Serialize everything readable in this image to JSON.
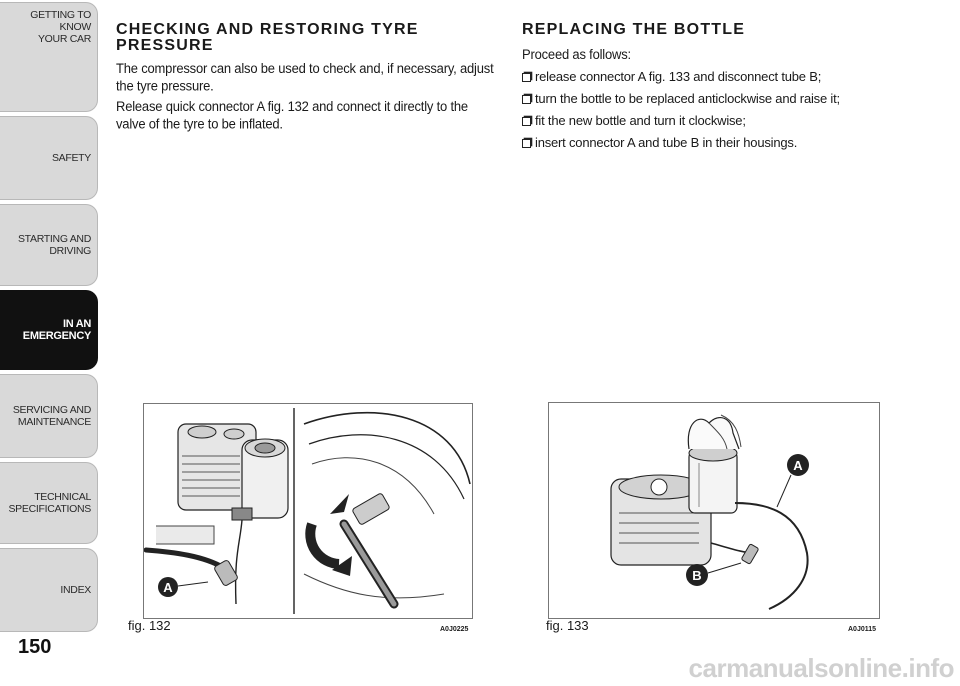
{
  "sidebar": {
    "tabs": [
      {
        "label": "GETTING TO KNOW\nYOUR CAR",
        "active": false
      },
      {
        "label": "SAFETY",
        "active": false
      },
      {
        "label": "STARTING AND\nDRIVING",
        "active": false
      },
      {
        "label": "IN AN\nEMERGENCY",
        "active": true
      },
      {
        "label": "SERVICING AND\nMAINTENANCE",
        "active": false
      },
      {
        "label": "TECHNICAL\nSPECIFICATIONS",
        "active": false
      },
      {
        "label": "INDEX",
        "active": false
      }
    ],
    "page_number": "150"
  },
  "left_section": {
    "heading": "CHECKING AND RESTORING TYRE PRESSURE",
    "paragraphs": [
      "The compressor can also be used to check and, if necessary, adjust the tyre pressure.",
      "Release quick connector A fig. 132 and connect it directly to the valve of the tyre to be inflated."
    ]
  },
  "right_section": {
    "heading": "REPLACING THE BOTTLE",
    "intro": "Proceed as follows:",
    "steps": [
      "release connector A fig. 133 and disconnect tube B;",
      "turn the bottle to be replaced anticlockwise and raise it;",
      "fit the new bottle and turn it clockwise;",
      "insert connector A and tube B in their housings."
    ]
  },
  "figures": {
    "fig132": {
      "caption": "fig. 132",
      "code": "A0J0225",
      "label_a": "A"
    },
    "fig133": {
      "caption": "fig. 133",
      "code": "A0J0115",
      "label_a": "A",
      "label_b": "B"
    }
  },
  "watermark": "carmanualsonline.info",
  "colors": {
    "tab_bg": "#d9d9d9",
    "tab_active_bg": "#111111",
    "text": "#1a1a1a"
  }
}
